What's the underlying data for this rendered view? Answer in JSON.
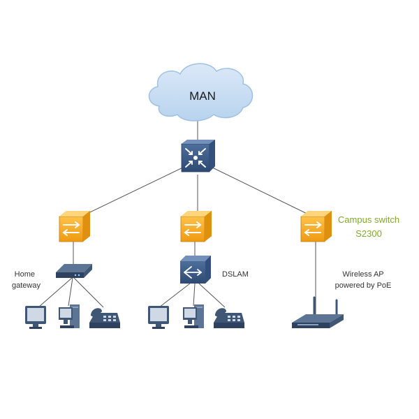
{
  "cloud": {
    "label": "MAN"
  },
  "labels": {
    "home_gateway_line1": "Home",
    "home_gateway_line2": "gateway",
    "dslam": "DSLAM",
    "campus_switch_line1": "Campus switch",
    "campus_switch_line2": "S2300",
    "wireless_ap_line1": "Wireless AP",
    "wireless_ap_line2": "powered by PoE"
  },
  "colors": {
    "cloud_fill": "#c9def3",
    "cloud_stroke": "#9fc1e4",
    "core_switch": "#3c5a85",
    "access_switch": "#f5a623",
    "device_dark": "#3f5674",
    "campus_label": "#7faa2c",
    "link": "#555555"
  },
  "icons": [
    "cloud-icon",
    "core-switch-icon",
    "access-switch-icon",
    "home-gateway-icon",
    "dslam-icon",
    "monitor-icon",
    "pc-icon",
    "phone-icon",
    "wireless-ap-icon"
  ]
}
